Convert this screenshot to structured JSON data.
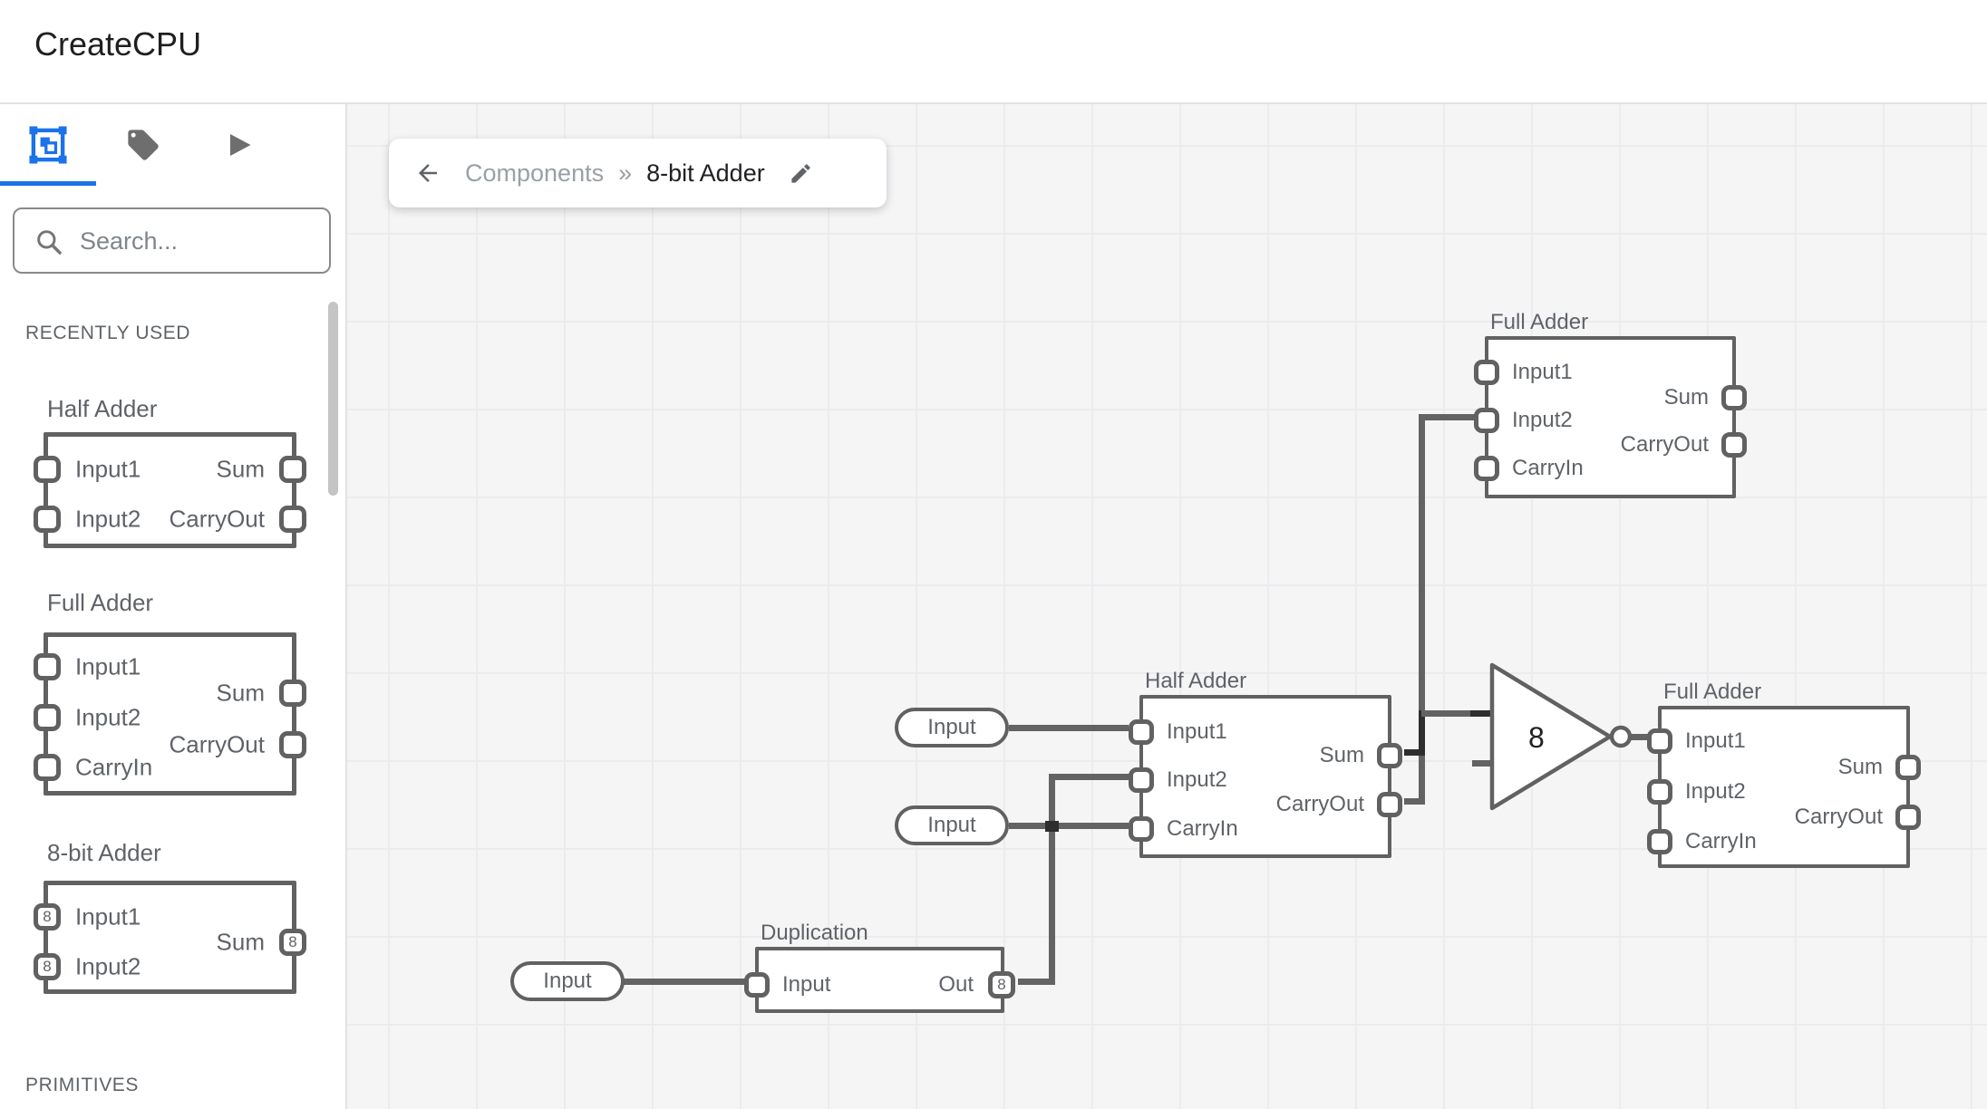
{
  "header": {
    "title": "CreateCPU"
  },
  "sidebar": {
    "tabs": [
      {
        "icon": "components-icon",
        "active": true
      },
      {
        "icon": "tag-icon",
        "active": false
      },
      {
        "icon": "play-icon",
        "active": false
      }
    ],
    "search_placeholder": "Search...",
    "recently_used_label": "RECENTLY USED",
    "primitives_label": "PRIMITIVES",
    "items": [
      {
        "title": "Half Adder",
        "in": [
          {
            "label": "Input1"
          },
          {
            "label": "Input2"
          }
        ],
        "out": [
          {
            "label": "Sum"
          },
          {
            "label": "CarryOut"
          }
        ]
      },
      {
        "title": "Full Adder",
        "in": [
          {
            "label": "Input1"
          },
          {
            "label": "Input2"
          },
          {
            "label": "CarryIn"
          }
        ],
        "out": [
          {
            "label": "Sum"
          },
          {
            "label": "CarryOut"
          }
        ]
      },
      {
        "title": "8-bit Adder",
        "in": [
          {
            "label": "Input1",
            "badge": "8"
          },
          {
            "label": "Input2",
            "badge": "8"
          }
        ],
        "out": [
          {
            "label": "Sum",
            "badge": "8"
          }
        ]
      }
    ]
  },
  "breadcrumb": {
    "back_icon": "arrow-left",
    "parent": "Components",
    "separator": "»",
    "current": "8-bit Adder",
    "edit_icon": "pencil"
  },
  "canvas": {
    "components": [
      {
        "title": "Full Adder",
        "in": [
          {
            "label": "Input1"
          },
          {
            "label": "Input2"
          },
          {
            "label": "CarryIn"
          }
        ],
        "out": [
          {
            "label": "Sum"
          },
          {
            "label": "CarryOut"
          }
        ]
      },
      {
        "title": "Half Adder",
        "in": [
          {
            "label": "Input1"
          },
          {
            "label": "Input2"
          },
          {
            "label": "CarryIn"
          }
        ],
        "out": [
          {
            "label": "Sum"
          },
          {
            "label": "CarryOut"
          }
        ]
      },
      {
        "title": "Full Adder",
        "in": [
          {
            "label": "Input1"
          },
          {
            "label": "Input2"
          },
          {
            "label": "CarryIn"
          }
        ],
        "out": [
          {
            "label": "Sum"
          },
          {
            "label": "CarryOut"
          }
        ]
      },
      {
        "title": "Duplication",
        "in": [
          {
            "label": "Input"
          }
        ],
        "out": [
          {
            "label": "Out",
            "badge": "8"
          }
        ]
      }
    ],
    "pills": [
      {
        "label": "Input"
      },
      {
        "label": "Input"
      },
      {
        "label": "Input"
      }
    ],
    "gate": {
      "label": "8"
    }
  },
  "colors": {
    "accent": "#1a73e8",
    "stroke": "#616161",
    "wire": "#636363",
    "text": "#5f6368",
    "inactive_icon": "#6e6e6e"
  }
}
